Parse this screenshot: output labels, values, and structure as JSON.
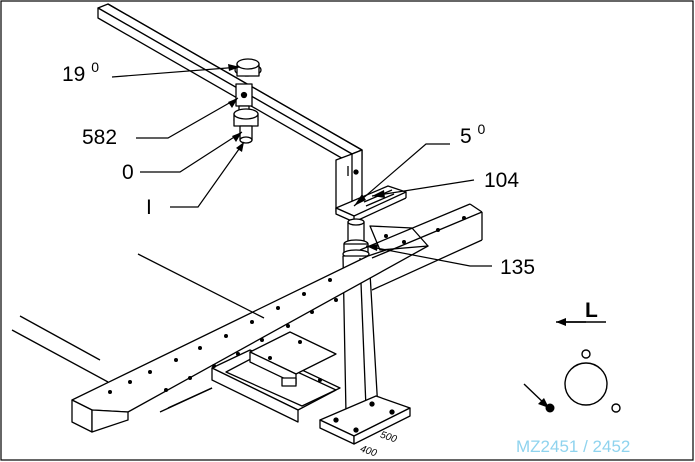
{
  "callouts": {
    "angle_top": {
      "value": "19",
      "unit": "0"
    },
    "part_582": "582",
    "value_0": "0",
    "roman_i": "I",
    "angle_side": {
      "value": "5",
      "unit": "0"
    },
    "part_104": "104",
    "part_135": "135"
  },
  "dimensions": {
    "d500": "500",
    "d400": "400"
  },
  "direction_label": "L",
  "caption": "MZ2451 / 2452",
  "colors": {
    "line": "#000000",
    "caption": "#8fd3ee",
    "background": "#ffffff"
  }
}
